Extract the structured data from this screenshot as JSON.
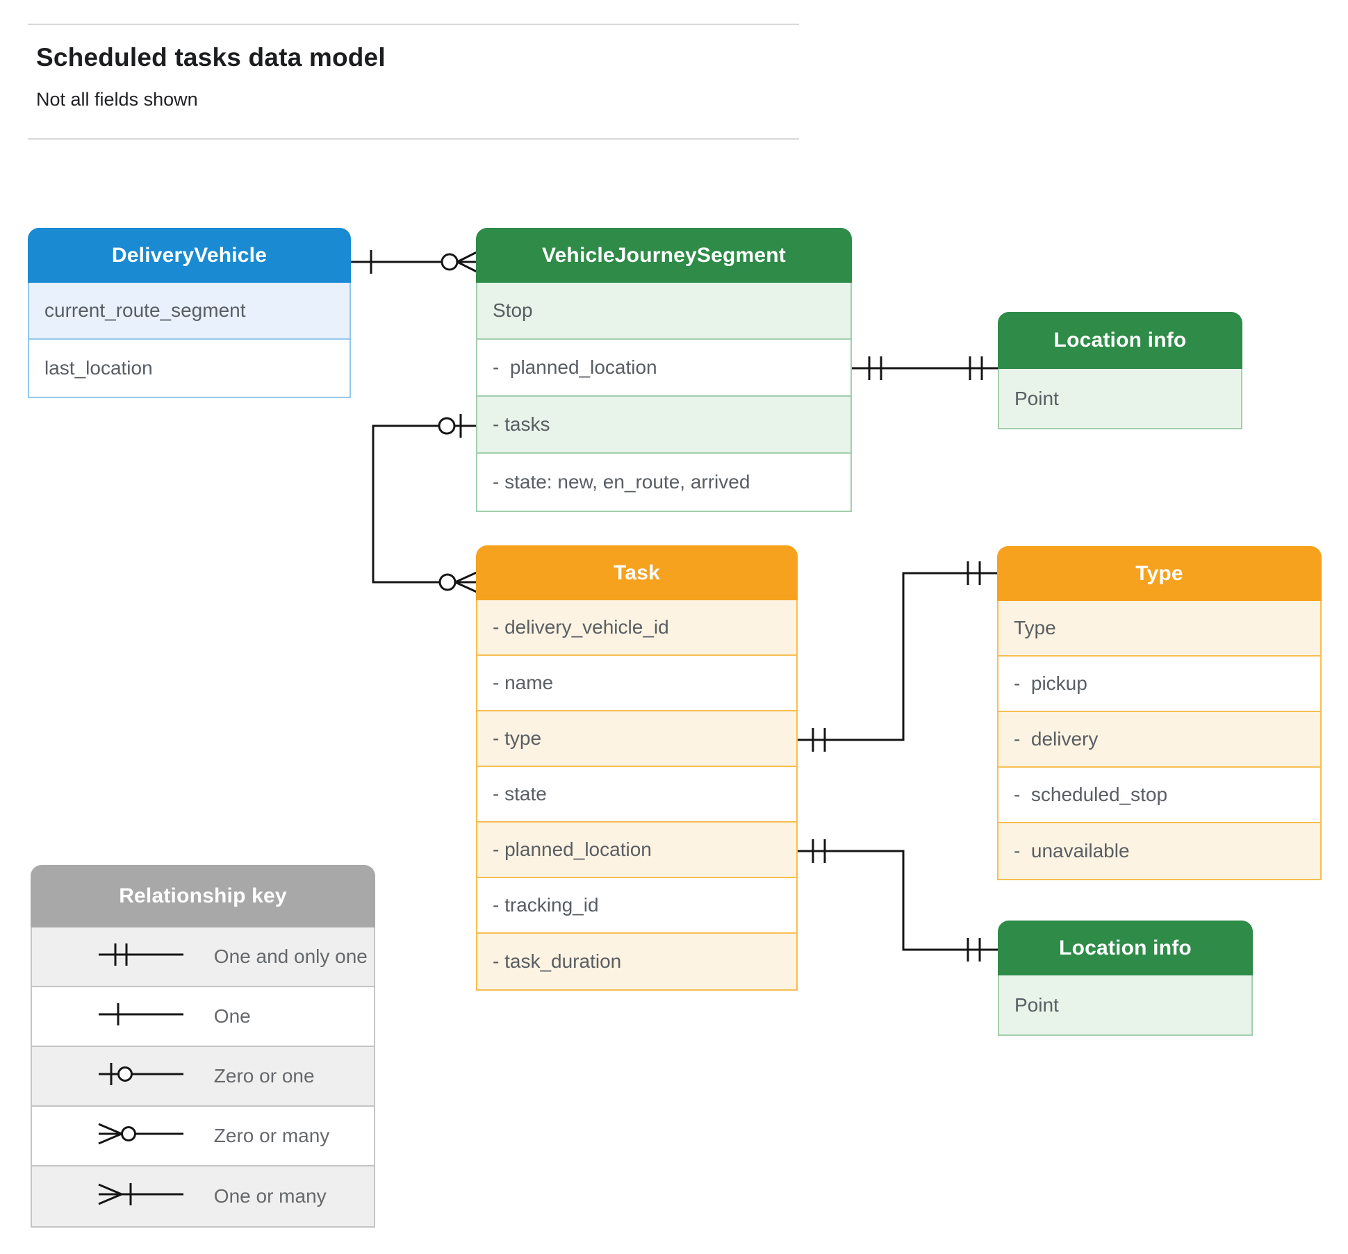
{
  "header": {
    "title": "Scheduled tasks data model",
    "subtitle": "Not all fields shown"
  },
  "entities": {
    "delivery_vehicle": {
      "title": "DeliveryVehicle",
      "rows": [
        "current_route_segment",
        "last_location"
      ]
    },
    "vehicle_journey_segment": {
      "title": "VehicleJourneySegment",
      "rows": [
        "Stop",
        "-  planned_location",
        "- tasks",
        "- state: new, en_route, arrived"
      ]
    },
    "location_info_top": {
      "title": "Location info",
      "rows": [
        "Point"
      ]
    },
    "task": {
      "title": "Task",
      "rows": [
        "- delivery_vehicle_id",
        "- name",
        "- type",
        "- state",
        "- planned_location",
        "- tracking_id",
        "- task_duration"
      ]
    },
    "type": {
      "title": "Type",
      "rows": [
        "Type",
        "-  pickup",
        "-  delivery",
        "-  scheduled_stop",
        "-  unavailable"
      ]
    },
    "location_info_bottom": {
      "title": "Location info",
      "rows": [
        "Point"
      ]
    }
  },
  "legend": {
    "title": "Relationship key",
    "items": [
      {
        "symbol": "one-and-only-one",
        "label": "One and only one"
      },
      {
        "symbol": "one",
        "label": "One"
      },
      {
        "symbol": "zero-or-one",
        "label": "Zero or one"
      },
      {
        "symbol": "zero-or-many",
        "label": "Zero or many"
      },
      {
        "symbol": "one-or-many",
        "label": "One or many"
      }
    ]
  },
  "colors": {
    "blue_header": "#1a8ad2",
    "green_header": "#2e8b48",
    "orange_header": "#f6a21f",
    "gray_header": "#a8a8a8",
    "connector": "#151515"
  }
}
